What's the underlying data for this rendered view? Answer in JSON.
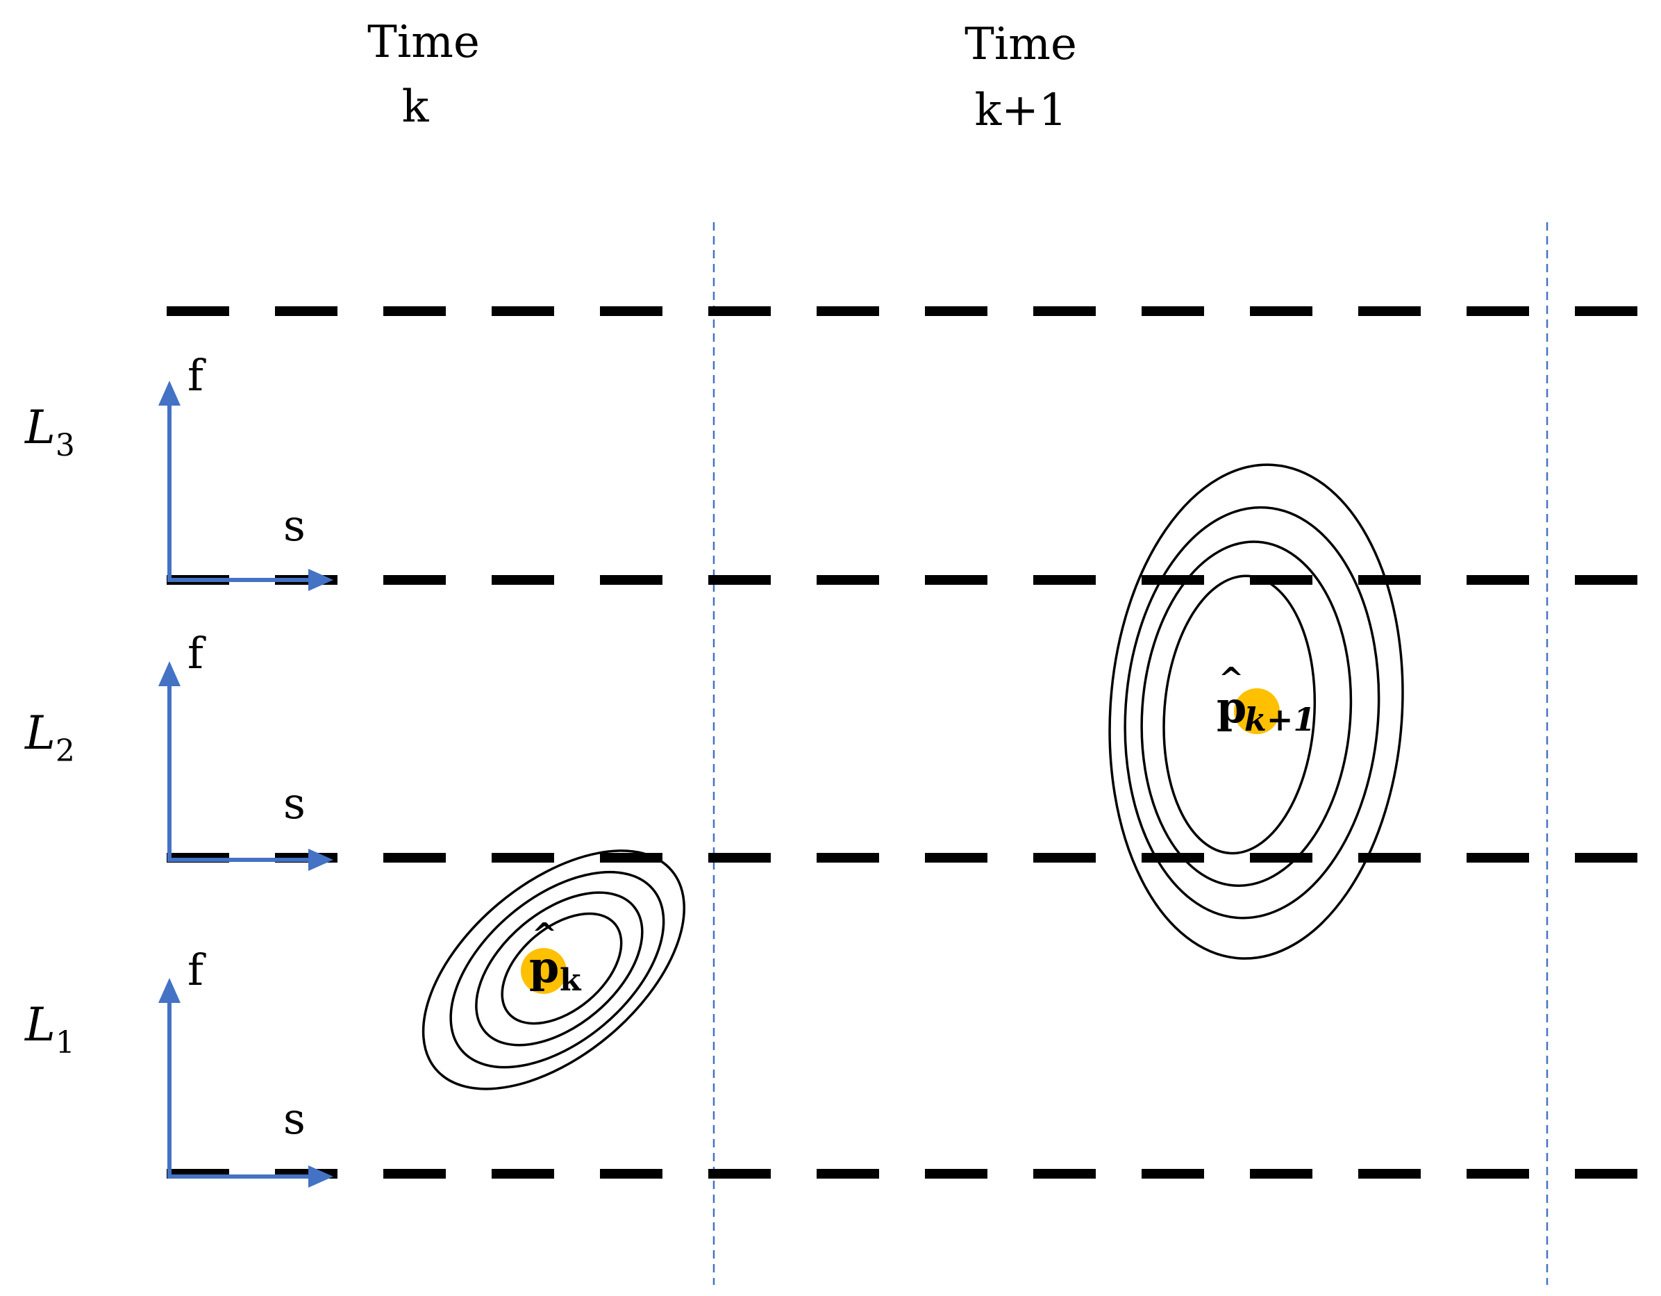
{
  "time_headers": [
    {
      "line1": "Time",
      "line2": "k"
    },
    {
      "line1": "Time",
      "line2": "k+1"
    }
  ],
  "lanes": [
    {
      "label": "L",
      "subscript": "3",
      "y_axis": "f",
      "x_axis": "s"
    },
    {
      "label": "L",
      "subscript": "2",
      "y_axis": "f",
      "x_axis": "s"
    },
    {
      "label": "L",
      "subscript": "1",
      "y_axis": "f",
      "x_axis": "s"
    }
  ],
  "estimates": [
    {
      "symbol": "p",
      "hat": "^",
      "subscript": "k"
    },
    {
      "symbol": "p",
      "hat": "^",
      "subscript": "k+1"
    }
  ],
  "colors": {
    "axis_arrow": "#4472C4",
    "lane_boundary": "#000000",
    "time_divider": "#4472C4",
    "estimate_dot": "#FFC000",
    "contour": "#000000"
  }
}
